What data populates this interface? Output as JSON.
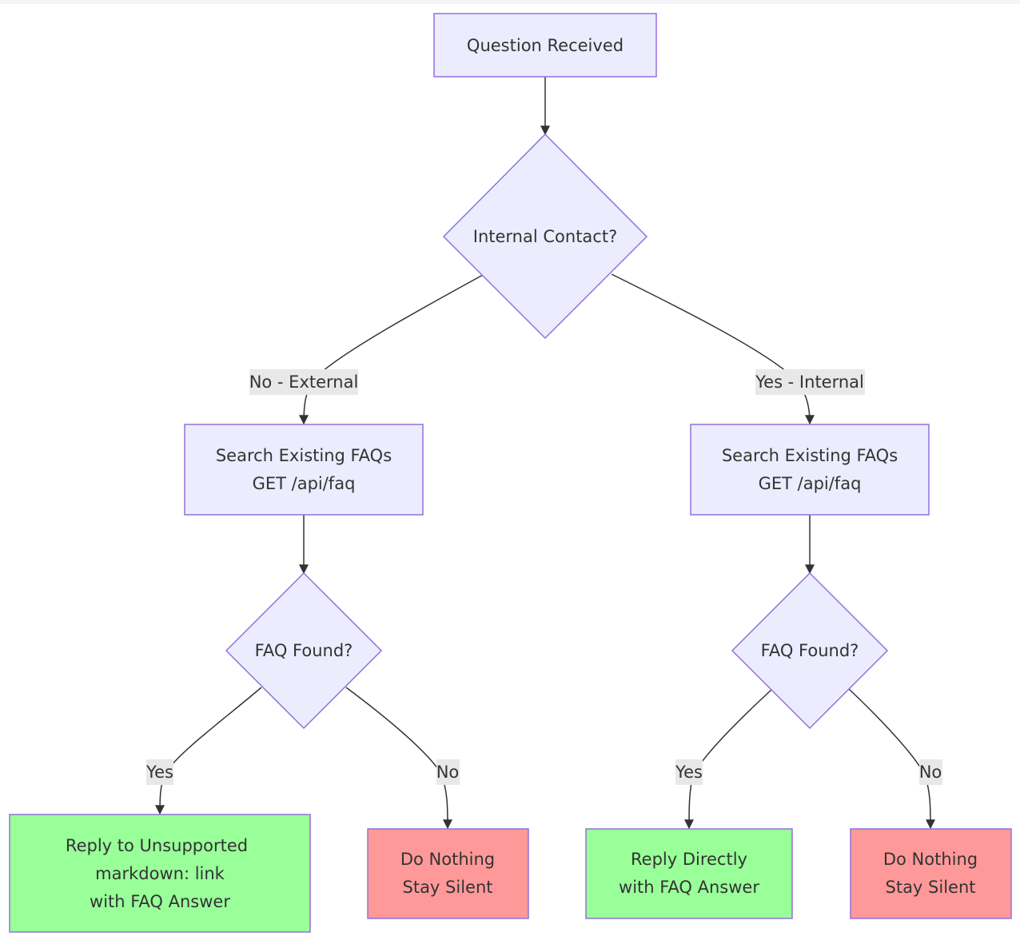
{
  "nodes": {
    "question_received": {
      "label": "Question Received"
    },
    "internal_contact": {
      "label": "Internal Contact?"
    },
    "search_external": {
      "line1": "Search Existing FAQs",
      "line2": "GET /api/faq"
    },
    "search_internal": {
      "line1": "Search Existing FAQs",
      "line2": "GET /api/faq"
    },
    "faq_found_external": {
      "label": "FAQ Found?"
    },
    "faq_found_internal": {
      "label": "FAQ Found?"
    },
    "reply_unsupported": {
      "line1": "Reply to Unsupported",
      "line2": "markdown: link",
      "line3": "with FAQ Answer"
    },
    "do_nothing_external": {
      "line1": "Do Nothing",
      "line2": "Stay Silent"
    },
    "reply_directly": {
      "line1": "Reply Directly",
      "line2": "with FAQ Answer"
    },
    "do_nothing_internal": {
      "line1": "Do Nothing",
      "line2": "Stay Silent"
    }
  },
  "edges": {
    "no_external": "No - External",
    "yes_internal": "Yes - Internal",
    "ext_yes": "Yes",
    "ext_no": "No",
    "int_yes": "Yes",
    "int_no": "No"
  },
  "colors": {
    "default_fill": "#ececff",
    "default_stroke": "#9370db",
    "success_fill": "#99ff99",
    "danger_fill": "#ff9999",
    "edge": "#333333",
    "edge_label_bg": "#e8e8e8"
  }
}
